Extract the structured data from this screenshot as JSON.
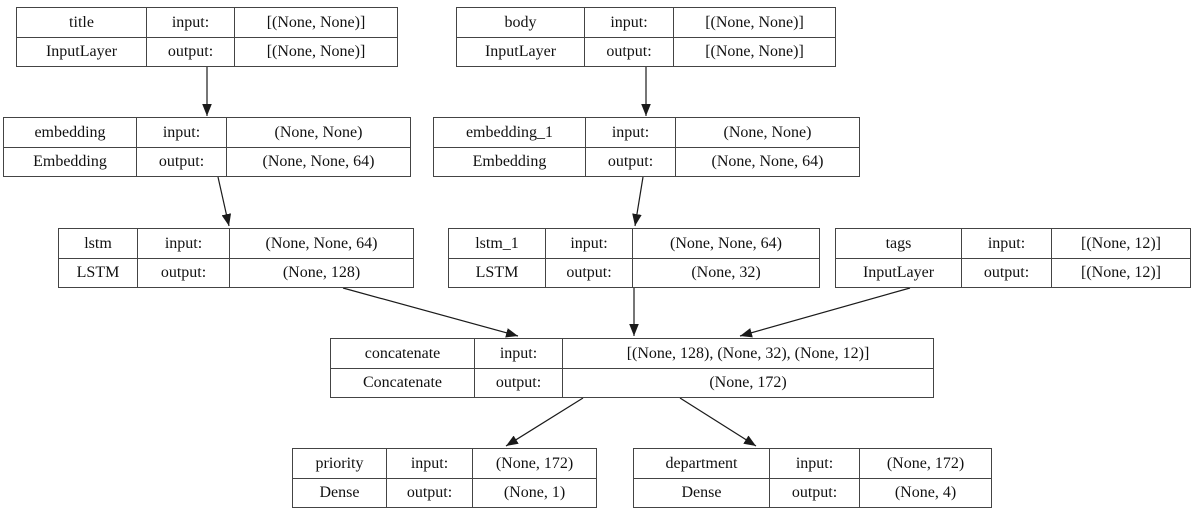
{
  "colors": {
    "node_border": "#444444",
    "edge": "#1a1a1a",
    "background": "#ffffff"
  },
  "nodes": [
    {
      "id": "title",
      "name": "title",
      "layer_type": "InputLayer",
      "input_label": "input:",
      "output_label": "output:",
      "input_shape": "[(None, None)]",
      "output_shape": "[(None, None)]"
    },
    {
      "id": "body",
      "name": "body",
      "layer_type": "InputLayer",
      "input_label": "input:",
      "output_label": "output:",
      "input_shape": "[(None, None)]",
      "output_shape": "[(None, None)]"
    },
    {
      "id": "embedding",
      "name": "embedding",
      "layer_type": "Embedding",
      "input_label": "input:",
      "output_label": "output:",
      "input_shape": "(None, None)",
      "output_shape": "(None, None, 64)"
    },
    {
      "id": "embedding_1",
      "name": "embedding_1",
      "layer_type": "Embedding",
      "input_label": "input:",
      "output_label": "output:",
      "input_shape": "(None, None)",
      "output_shape": "(None, None, 64)"
    },
    {
      "id": "lstm",
      "name": "lstm",
      "layer_type": "LSTM",
      "input_label": "input:",
      "output_label": "output:",
      "input_shape": "(None, None, 64)",
      "output_shape": "(None, 128)"
    },
    {
      "id": "lstm_1",
      "name": "lstm_1",
      "layer_type": "LSTM",
      "input_label": "input:",
      "output_label": "output:",
      "input_shape": "(None, None, 64)",
      "output_shape": "(None, 32)"
    },
    {
      "id": "tags",
      "name": "tags",
      "layer_type": "InputLayer",
      "input_label": "input:",
      "output_label": "output:",
      "input_shape": "[(None, 12)]",
      "output_shape": "[(None, 12)]"
    },
    {
      "id": "concatenate",
      "name": "concatenate",
      "layer_type": "Concatenate",
      "input_label": "input:",
      "output_label": "output:",
      "input_shape": "[(None, 128), (None, 32), (None, 12)]",
      "output_shape": "(None, 172)"
    },
    {
      "id": "priority",
      "name": "priority",
      "layer_type": "Dense",
      "input_label": "input:",
      "output_label": "output:",
      "input_shape": "(None, 172)",
      "output_shape": "(None, 1)"
    },
    {
      "id": "department",
      "name": "department",
      "layer_type": "Dense",
      "input_label": "input:",
      "output_label": "output:",
      "input_shape": "(None, 172)",
      "output_shape": "(None, 4)"
    }
  ],
  "edges": [
    {
      "from": "title",
      "to": "embedding"
    },
    {
      "from": "body",
      "to": "embedding_1"
    },
    {
      "from": "embedding",
      "to": "lstm"
    },
    {
      "from": "embedding_1",
      "to": "lstm_1"
    },
    {
      "from": "lstm",
      "to": "concatenate"
    },
    {
      "from": "lstm_1",
      "to": "concatenate"
    },
    {
      "from": "tags",
      "to": "concatenate"
    },
    {
      "from": "concatenate",
      "to": "priority"
    },
    {
      "from": "concatenate",
      "to": "department"
    }
  ]
}
